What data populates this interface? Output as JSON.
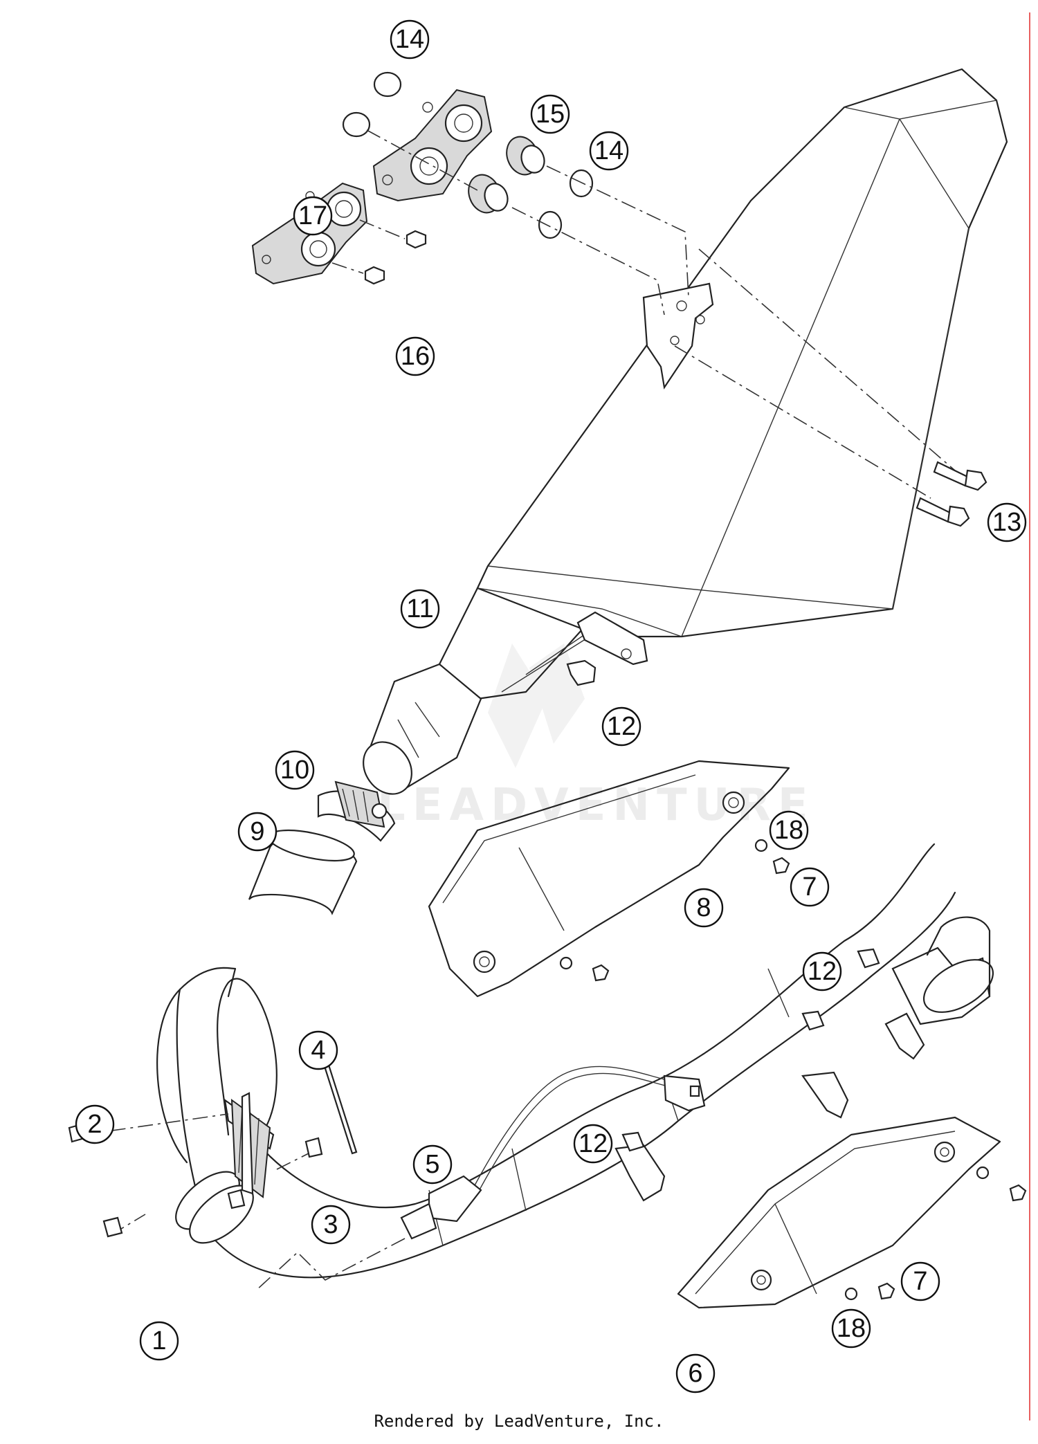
{
  "diagram": {
    "callouts": [
      {
        "id": "c14a",
        "label": "14"
      },
      {
        "id": "c15",
        "label": "15"
      },
      {
        "id": "c14b",
        "label": "14"
      },
      {
        "id": "c17",
        "label": "17"
      },
      {
        "id": "c16",
        "label": "16"
      },
      {
        "id": "c13",
        "label": "13"
      },
      {
        "id": "c11",
        "label": "11"
      },
      {
        "id": "c12a",
        "label": "12"
      },
      {
        "id": "c10",
        "label": "10"
      },
      {
        "id": "c9",
        "label": "9"
      },
      {
        "id": "c18a",
        "label": "18"
      },
      {
        "id": "c7a",
        "label": "7"
      },
      {
        "id": "c8",
        "label": "8"
      },
      {
        "id": "c12b",
        "label": "12"
      },
      {
        "id": "c4",
        "label": "4"
      },
      {
        "id": "c2",
        "label": "2"
      },
      {
        "id": "c5",
        "label": "5"
      },
      {
        "id": "c12c",
        "label": "12"
      },
      {
        "id": "c3",
        "label": "3"
      },
      {
        "id": "c7b",
        "label": "7"
      },
      {
        "id": "c18b",
        "label": "18"
      },
      {
        "id": "c1",
        "label": "1"
      },
      {
        "id": "c6",
        "label": "6"
      }
    ]
  },
  "watermark": "LEADVENTURE",
  "footer": "Rendered by LeadVenture, Inc.",
  "colors": {
    "line": "#222222",
    "edge": "#e86060"
  }
}
